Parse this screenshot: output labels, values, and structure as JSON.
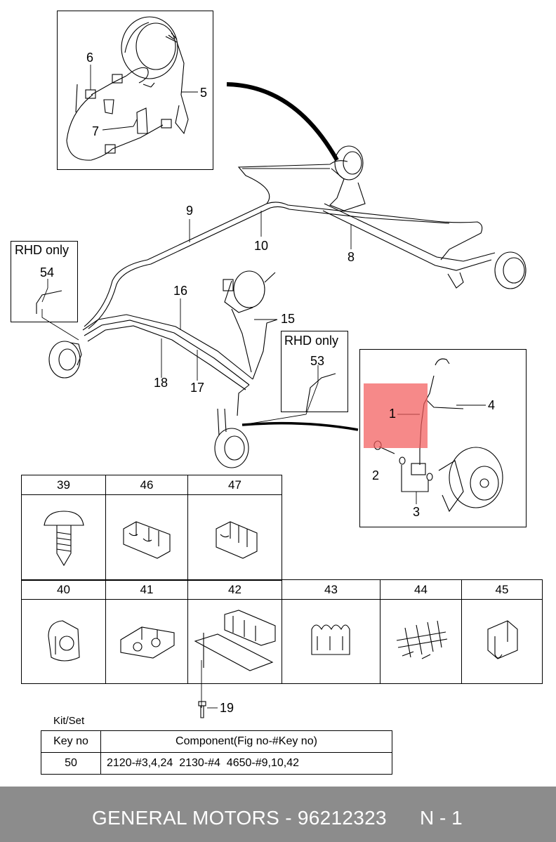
{
  "highlight_color": "#f25c5c",
  "footer_color": "#8c8c8c",
  "callouts": {
    "c1": "1",
    "c2": "2",
    "c3": "3",
    "c4": "4",
    "c5": "5",
    "c6": "6",
    "c7": "7",
    "c8": "8",
    "c9": "9",
    "c10": "10",
    "c15": "15",
    "c16": "16",
    "c17": "17",
    "c18": "18",
    "c19": "19",
    "c53": "53",
    "c54": "54"
  },
  "rhd_boxes": [
    {
      "title": "RHD only",
      "key": "54"
    },
    {
      "title": "RHD only",
      "key": "53"
    }
  ],
  "parts_row1": [
    "39",
    "46",
    "47"
  ],
  "parts_row2": [
    "40",
    "41",
    "42",
    "43",
    "44",
    "45"
  ],
  "kit": {
    "title": "Kit/Set",
    "headers": [
      "Key no",
      "Component(Fig no-#Key no)"
    ],
    "rows": [
      [
        "50",
        "2120-#3,4,24  2130-#4  4650-#9,10,42"
      ]
    ]
  },
  "footer": {
    "brand": "GENERAL MOTORS - 96212323",
    "page": "N - 1"
  }
}
